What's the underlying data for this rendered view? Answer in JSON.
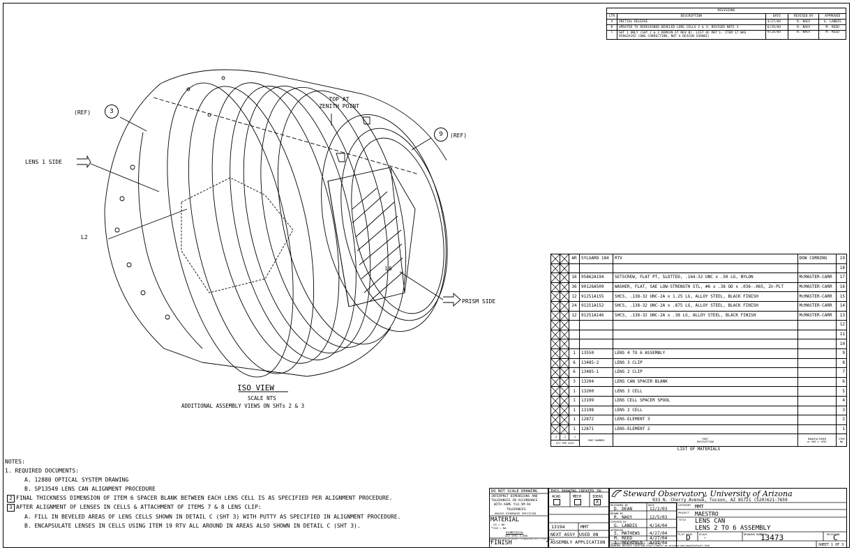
{
  "revisions": {
    "title": "REVISIONS",
    "headers": [
      "LTR",
      "DESCRIPTION",
      "DATE",
      "REVISED BY",
      "APPROVED"
    ],
    "rows": [
      [
        "A",
        "INITIAL RELEASE",
        "4/27/04",
        "R. NAGY",
        "G. LANDIS"
      ],
      [
        "B",
        "UPDATED TO REDESIGNED BEVELED LENS CELLS 2 & 3; REVISED NOTE 3",
        "6/29/04",
        "R. NAGY",
        "M. REED"
      ],
      [
        "C",
        "SHT 1 ONLY (SHT 2 & 3 REMAIN AT REV B). LIST OF MAT'L- ITEM 17 WAS 95862A192 (DWG CORRECTION, NOT A DESIGN CHANGE)",
        "9/24/04",
        "R. NAGY",
        "M. REED"
      ]
    ]
  },
  "view": {
    "ref3": "(REF)",
    "ref3_num": "3",
    "ref9": "(REF)",
    "ref9_num": "9",
    "top_label_1": "TOP AT",
    "top_label_2": "ZENITH POINT",
    "lens1_side": "LENS 1 SIDE",
    "prism_side": "PRISM SIDE",
    "l2": "L2",
    "l6": "L6",
    "iso_title": "ISO VIEW",
    "scale": "SCALE NTS",
    "additional": "ADDITIONAL ASSEMBLY VIEWS ON SHTs 2 & 3"
  },
  "bom": {
    "rows": [
      {
        "qty": "AR",
        "part": "SYLGARD 184",
        "desc": "RTV",
        "mfr": "DOW CORNING",
        "item": "19"
      },
      {
        "qty": "",
        "part": "",
        "desc": "",
        "mfr": "",
        "item": "18"
      },
      {
        "qty": "16",
        "part": "95862A194",
        "desc": "SETSCREW, FLAT PT, SLOTTED, .164-32 UNC x .50 LG, NYLON",
        "mfr": "McMASTER-CARR",
        "item": "17"
      },
      {
        "qty": "36",
        "part": "90126A509",
        "desc": "WASHER, FLAT, SAE LOW-STRENGTH STL, #6 x .38 OD x .036-.065, Zn-PLT",
        "mfr": "McMASTER-CARR",
        "item": "16"
      },
      {
        "qty": "12",
        "part": "91251A155",
        "desc": "SHCS, .138-32 UNC-2A x 1.25 LG, ALLOY STEEL, BLACK FINISH",
        "mfr": "McMASTER-CARR",
        "item": "15"
      },
      {
        "qty": "24",
        "part": "91251A152",
        "desc": "SHCS, .138-32 UNC-2A x .875 LG, ALLOY STEEL, BLACK FINISH",
        "mfr": "McMASTER-CARR",
        "item": "14"
      },
      {
        "qty": "12",
        "part": "91251A146",
        "desc": "SHCS, .138-32 UNC-2A x .38 LG, ALLOY STEEL, BLACK FINISH",
        "mfr": "McMASTER-CARR",
        "item": "13"
      },
      {
        "qty": "",
        "part": "",
        "desc": "",
        "mfr": "",
        "item": "12"
      },
      {
        "qty": "",
        "part": "",
        "desc": "",
        "mfr": "",
        "item": "11"
      },
      {
        "qty": "",
        "part": "",
        "desc": "",
        "mfr": "",
        "item": "10"
      },
      {
        "qty": "1",
        "part": "13550",
        "desc": "LENS 4 TO 6 ASSEMBLY",
        "mfr": "",
        "item": "9"
      },
      {
        "qty": "6",
        "part": "13485-2",
        "desc": "LENS 3 CLIP",
        "mfr": "",
        "item": "8"
      },
      {
        "qty": "6",
        "part": "13485-1",
        "desc": "LENS 2 CLIP",
        "mfr": "",
        "item": "7"
      },
      {
        "qty": "3",
        "part": "13204",
        "desc": "LENS CAN SPACER BLANK",
        "mfr": "",
        "item": "6"
      },
      {
        "qty": "1",
        "part": "13200",
        "desc": "LENS 3 CELL",
        "mfr": "",
        "item": "5"
      },
      {
        "qty": "1",
        "part": "13199",
        "desc": "LENS CELL SPACER SPOOL",
        "mfr": "",
        "item": "4"
      },
      {
        "qty": "1",
        "part": "13198",
        "desc": "LENS 2 CELL",
        "mfr": "",
        "item": "3"
      },
      {
        "qty": "1",
        "part": "12872",
        "desc": "LENS-ELEMENT 3",
        "mfr": "",
        "item": "2"
      },
      {
        "qty": "1",
        "part": "12871",
        "desc": "LENS-ELEMENT 2",
        "mfr": "",
        "item": "1"
      }
    ],
    "head_qty": [
      "-3",
      "-2",
      "-1"
    ],
    "head_qty_sub": "QTY PER ASSY",
    "head_part": "PART NUMBER",
    "head_desc_1": "PART",
    "head_desc_2": "DESCRIPTION",
    "head_mfr_1": "MANUFACTURER",
    "head_mfr_2": "or MAT'L SPEC",
    "head_item_1": "ITEM",
    "head_item_2": "NO",
    "title": "LIST OF MATERIALS"
  },
  "notes": {
    "heading": "NOTES:",
    "n1": "1.  REQUIRED DOCUMENTS:",
    "n1a": "A.  12880 OPTICAL SYSTEM DRAWING",
    "n1b": "B.  SP13549 LENS CAN ALIGNMENT PROCEDURE",
    "n2_num": "2",
    "n2": "FINAL THICKNESS DIMENSION OF ITEM 6 SPACER BLANK BETWEEN EACH LENS CELL IS AS SPECIFIED PER ALIGNMENT PROCEDURE.",
    "n3_num": "3",
    "n3": "AFTER ALIGNMENT OF LENSES IN CELLS & ATTACHMENT OF ITEMS 7 & 8 LENS CLIP:",
    "n3a": "A.  FILL IN BEVELED AREAS OF LENS CELLS SHOWN IN DETAIL C (SHT 3) WITH PUTTY AS SPECIFIED IN ALIGNMENT PROCEDURE.",
    "n3b": "B.  ENCAPSULATE LENSES IN CELLS USING ITEM 19 RTV ALL AROUND IN AREAS ALSO SHOWN IN DETAIL C (SHT 3)."
  },
  "titleblock": {
    "do_not_scale": "DO NOT SCALE DRAWING",
    "interpret_1": "INTERPRET DIMENSIONS AND",
    "interpret_2": "TOLERANCES IN ACCORDANCE",
    "interpret_3": "WITH ASME Y14.5M-94",
    "tolerances": "TOLERANCES",
    "unless": "UNLESS OTHERWISE SPECIFIED",
    "linear": "LINEAR",
    "angular": "ANGULAR",
    "tol_x": ".X   = NA",
    "tol_xx": ".XX  = NA",
    "tol_xxx": ".XXX = NA",
    "tol_ang": "NA",
    "diametrical": "DIAMETRICAL",
    "see_spec": "SEE SPEC S-000",
    "dims_note": "DIMENSIONS ARE IN INCHES / DIMENSIONS IN [ ] ARE METRIC",
    "material": "MATERIAL",
    "material_val": "-",
    "finish": "FINISH",
    "finish_val": "-",
    "created_in": "THIS DRAWING CREATED IN:",
    "acad": "ACAD",
    "mech": "MECH",
    "ideas": "IDEAS",
    "next_assy_val": "13194",
    "used_on_val": "MMT",
    "next_assy": "NEXT ASSY",
    "used_on": "USED ON",
    "assy_app": "ASSEMBLY APPLICATION",
    "org": "Steward Observatory, University of Arizona",
    "address": "933 N. Cherry Avenue, Tucson, AZ  85721   (520)621-7659",
    "designed_by_lbl": "DESIGNED BY",
    "designed_by": "D. DEAN",
    "date_lbl": "DATE",
    "designed_date": "12/2/03",
    "drawn_by_lbl": "DRAWN BY",
    "drawn_by": "R. NAGY",
    "drawn_date": "12/5/03",
    "checked_by_lbl": "CHECKED BY",
    "checked_by": "G. LANDIS",
    "checked_date": "4/14/04",
    "approved_lbl": "APPROVED",
    "approved1": "S. MATHEWS",
    "approved1_date": "4/27/04",
    "approved2": "M. REED",
    "approved2_date": "4/27/04",
    "approved3": "J. BECHTOLD",
    "approved3_date": "4/27/04",
    "category_lbl": "CATEGORY",
    "category": "MMT",
    "project_lbl": "PROJECT",
    "project": "MAESTRO",
    "title_lbl": "TITLE",
    "title_1": "LENS CAN",
    "title_2": "LENS 2 TO 6 ASSEMBLY",
    "plot_size_lbl": "PLOT SIZE",
    "plot_size": "D",
    "scale_lbl": "SCALE",
    "scale": "-",
    "dwg_no_lbl": "DRAWING NUMBER",
    "dwg_no": "13473",
    "revision_lbl": "REVISION",
    "revision": "C",
    "current_time": "CURRENT TIME/DATE/FILE LOCATION",
    "archive": "DRAWING ARCHIVE LOCATION  http://mavir.as.arizona.edu/mood/default.html",
    "sheet": "SHEET 1 OF 3"
  }
}
